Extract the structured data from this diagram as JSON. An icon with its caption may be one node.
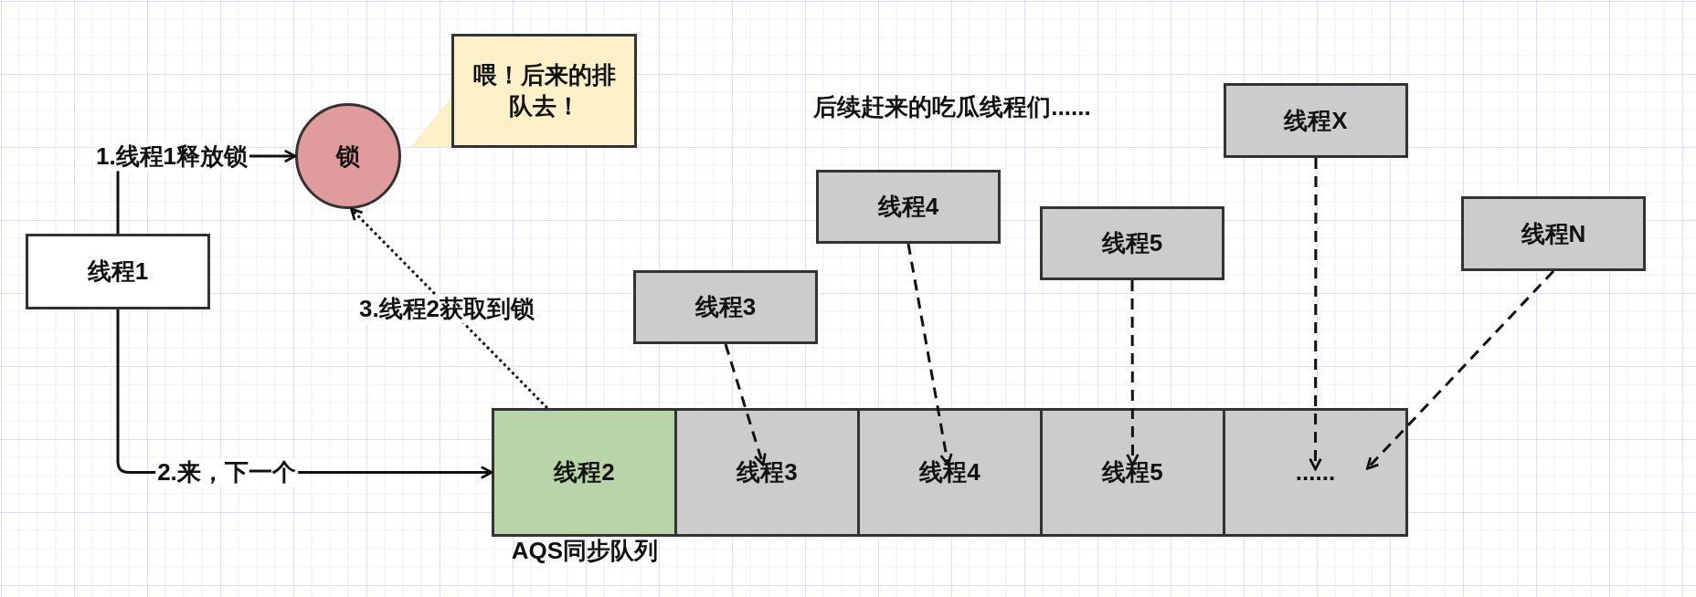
{
  "diagram": {
    "nodes": [
      {
        "text": [
          "线程1"
        ]
      },
      {
        "text": [
          "锁"
        ]
      },
      {
        "text": [
          "喂！后来的排队去！"
        ]
      },
      {
        "text": [
          "线程3"
        ]
      },
      {
        "text": [
          "线程4"
        ]
      },
      {
        "text": [
          "线程5"
        ]
      },
      {
        "text": [
          "线程X"
        ]
      },
      {
        "text": [
          "线程N"
        ]
      },
      {
        "text": [
          "线程2"
        ]
      },
      {
        "text": [
          "线程3"
        ]
      },
      {
        "text": [
          "线程4"
        ]
      },
      {
        "text": [
          "线程5"
        ]
      },
      {
        "text": [
          "......"
        ]
      }
    ],
    "edges": [
      {
        "from": 0,
        "to": 1,
        "arrow": "to",
        "label": "1.线程1释放锁"
      },
      {
        "from": 0,
        "to": 8,
        "arrow": "to",
        "label": "2.来，下一个"
      },
      {
        "from": 8,
        "to": 1,
        "arrow": "to",
        "label": "3.线程2获取到锁",
        "style": "dashed"
      },
      {
        "from": 3,
        "to": 9,
        "arrow": "to",
        "style": "dashed"
      },
      {
        "from": 4,
        "to": 10,
        "arrow": "to",
        "style": "dashed"
      },
      {
        "from": 5,
        "to": 11,
        "arrow": "to",
        "style": "dashed"
      },
      {
        "from": 6,
        "to": 12,
        "arrow": "to",
        "style": "dashed"
      },
      {
        "from": 7,
        "to": 12,
        "arrow": "to",
        "style": "dashed"
      }
    ],
    "labels": [
      "后续赶来的吃瓜线程们......",
      "AQS同步队列"
    ]
  }
}
